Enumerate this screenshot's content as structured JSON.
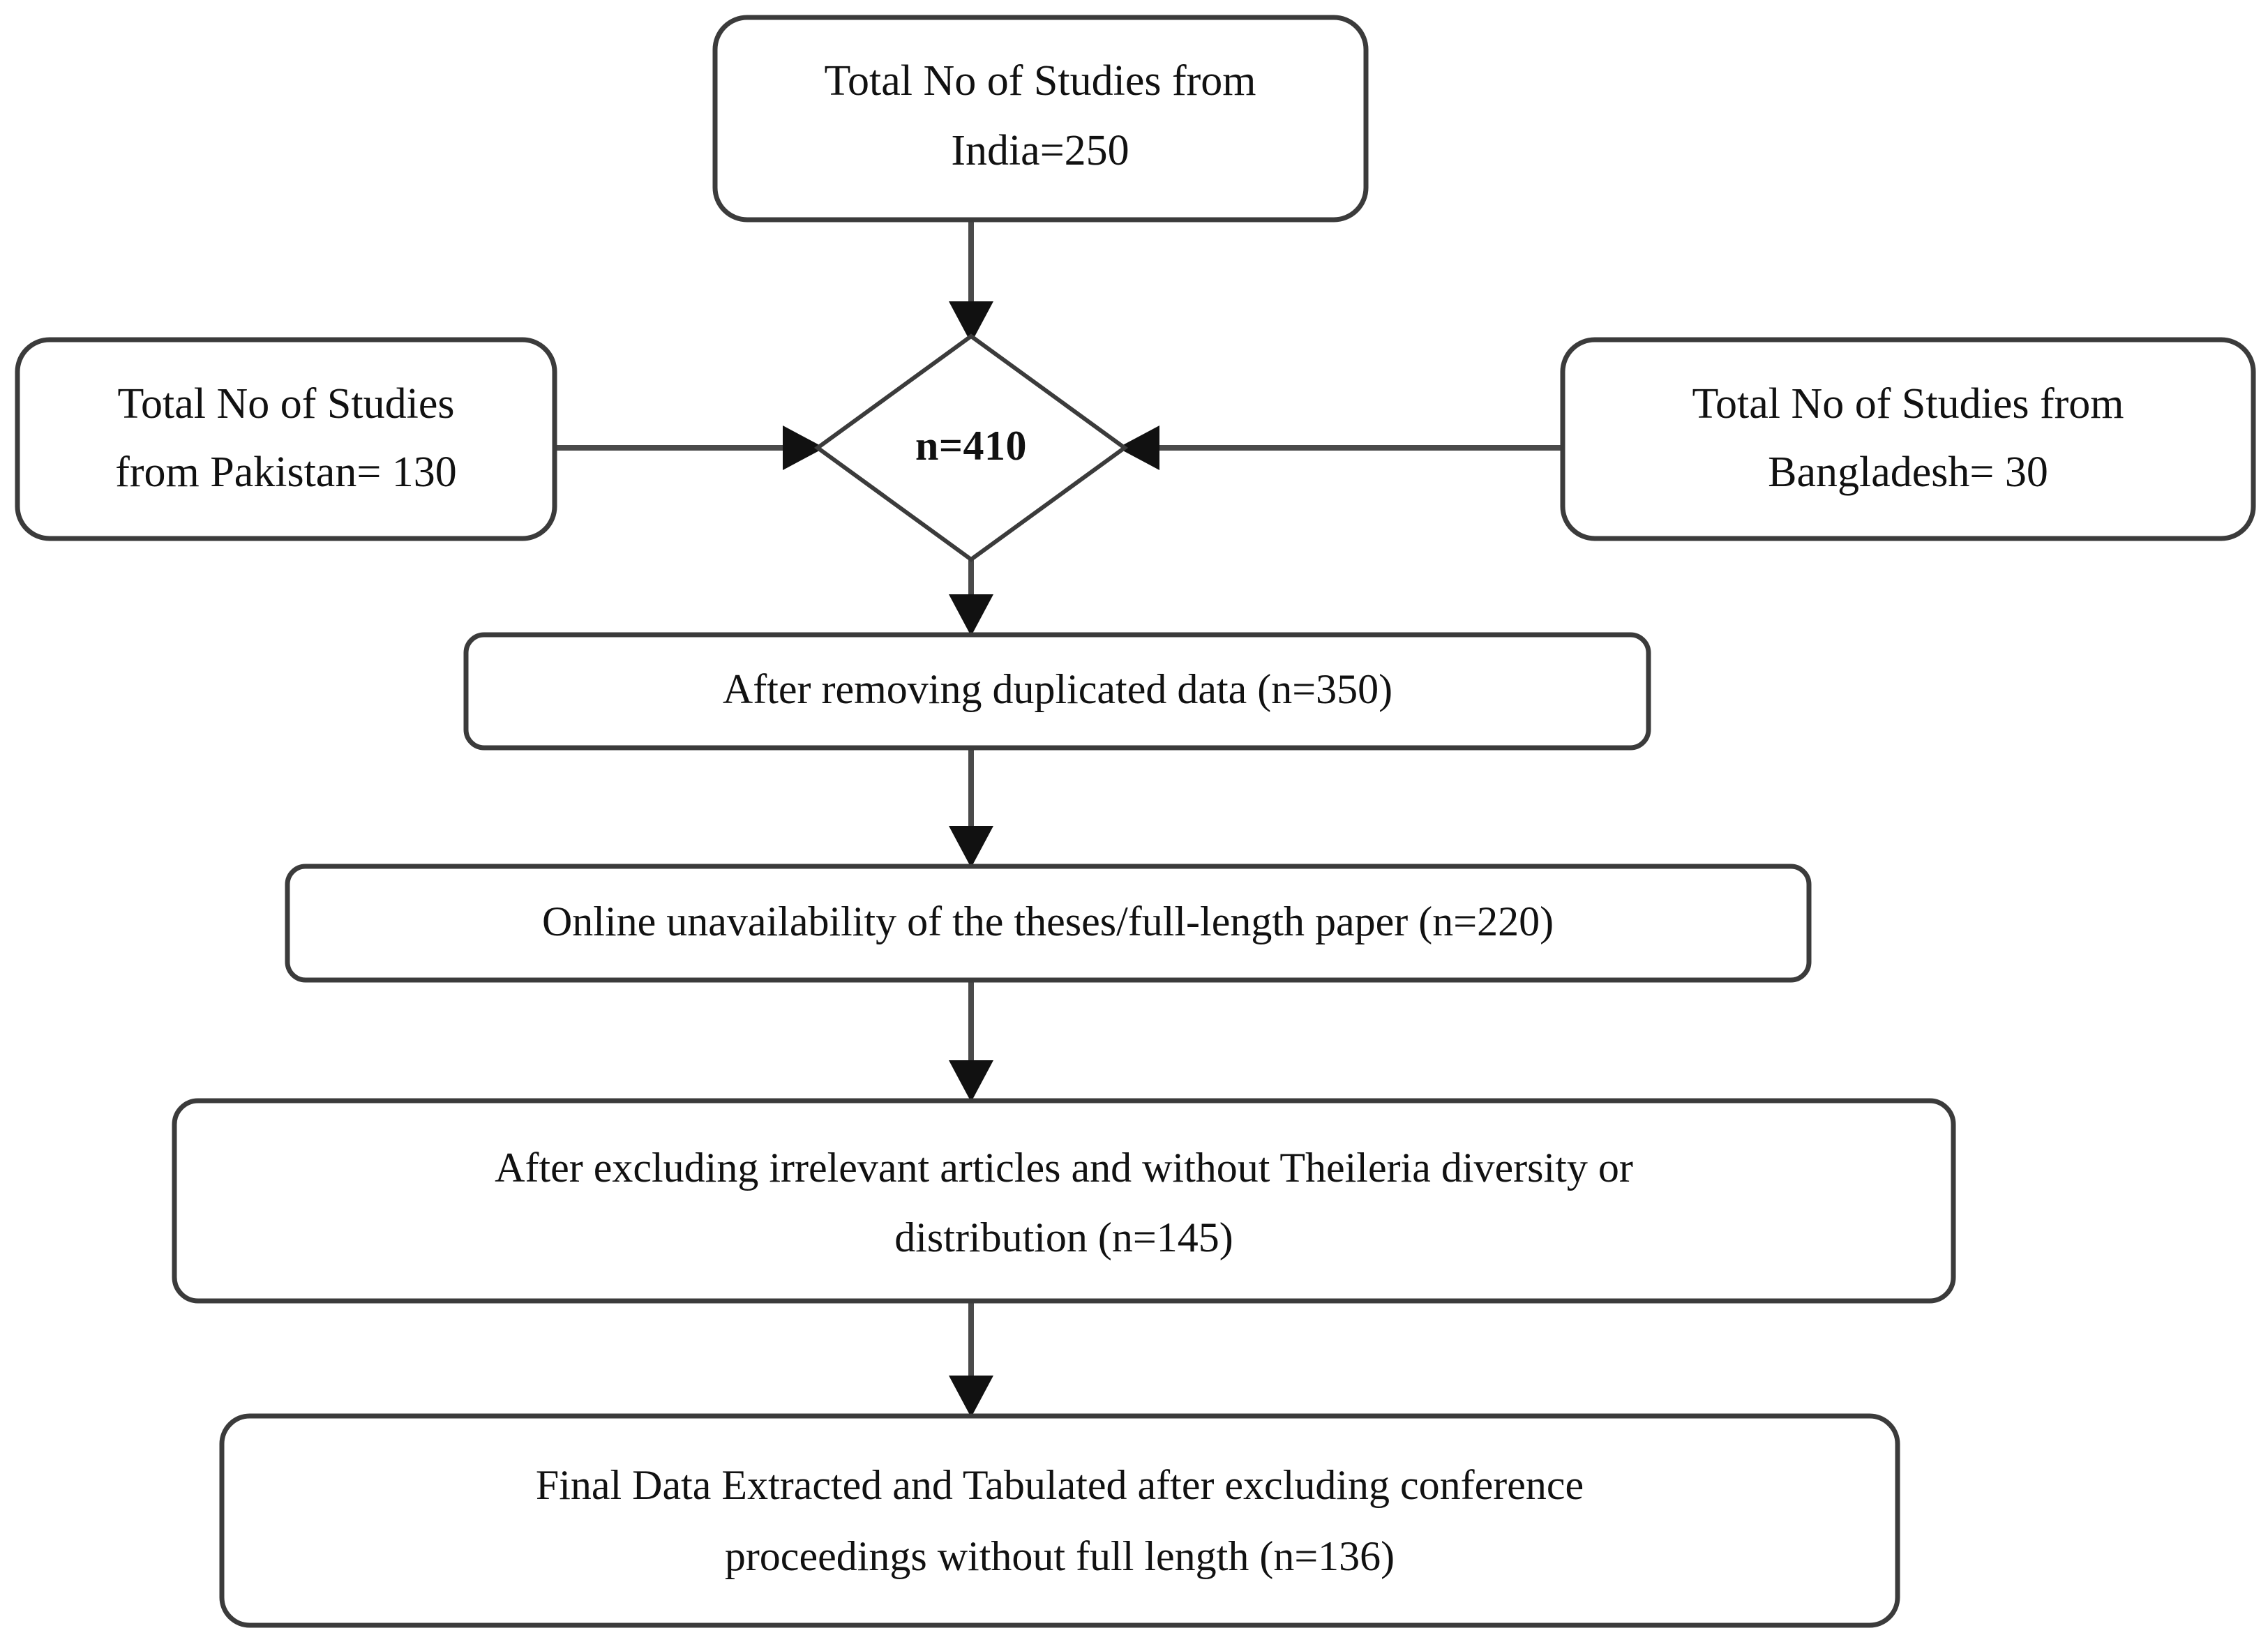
{
  "diagram": {
    "type": "prisma-flow-diagram",
    "title": "Study selection flow",
    "background_color": "#ffffff",
    "node_border_color": "#3b3b3b",
    "connector_color": "#4a4a4a",
    "text_color": "#111111"
  },
  "nodes": {
    "source_india": {
      "shape": "rounded-rectangle",
      "lines": [
        "Total No of Studies from",
        "India=250"
      ],
      "value": 250,
      "country": "India"
    },
    "source_pakistan": {
      "shape": "rounded-rectangle",
      "lines": [
        "Total No of Studies",
        "from Pakistan= 130"
      ],
      "value": 130,
      "country": "Pakistan"
    },
    "source_bangladesh": {
      "shape": "rounded-rectangle",
      "lines": [
        "Total No of Studies from",
        "Bangladesh= 30"
      ],
      "value": 30,
      "country": "Bangladesh"
    },
    "total_decision": {
      "shape": "diamond",
      "lines": [
        "n=410"
      ],
      "value": 410
    },
    "after_duplicates": {
      "shape": "rounded-rectangle",
      "lines": [
        "After removing duplicated data (n=350)"
      ],
      "value": 350
    },
    "online_unavailable": {
      "shape": "rounded-rectangle",
      "lines": [
        "Online unavailability of the theses/full-length paper (n=220)"
      ],
      "value": 220
    },
    "after_excluding": {
      "shape": "rounded-rectangle",
      "lines": [
        "After excluding irrelevant articles and without Theileria diversity or",
        "distribution (n=145)"
      ],
      "value": 145
    },
    "final_extracted": {
      "shape": "rounded-rectangle",
      "lines": [
        "Final Data Extracted and Tabulated after excluding conference",
        "proceedings without full length (n=136)"
      ],
      "value": 136
    }
  },
  "edges": [
    {
      "from": "source_india",
      "to": "total_decision",
      "direction": "down"
    },
    {
      "from": "source_pakistan",
      "to": "total_decision",
      "direction": "right"
    },
    {
      "from": "source_bangladesh",
      "to": "total_decision",
      "direction": "left"
    },
    {
      "from": "total_decision",
      "to": "after_duplicates",
      "direction": "down"
    },
    {
      "from": "after_duplicates",
      "to": "online_unavailable",
      "direction": "down"
    },
    {
      "from": "online_unavailable",
      "to": "after_excluding",
      "direction": "down"
    },
    {
      "from": "after_excluding",
      "to": "final_extracted",
      "direction": "down"
    }
  ]
}
